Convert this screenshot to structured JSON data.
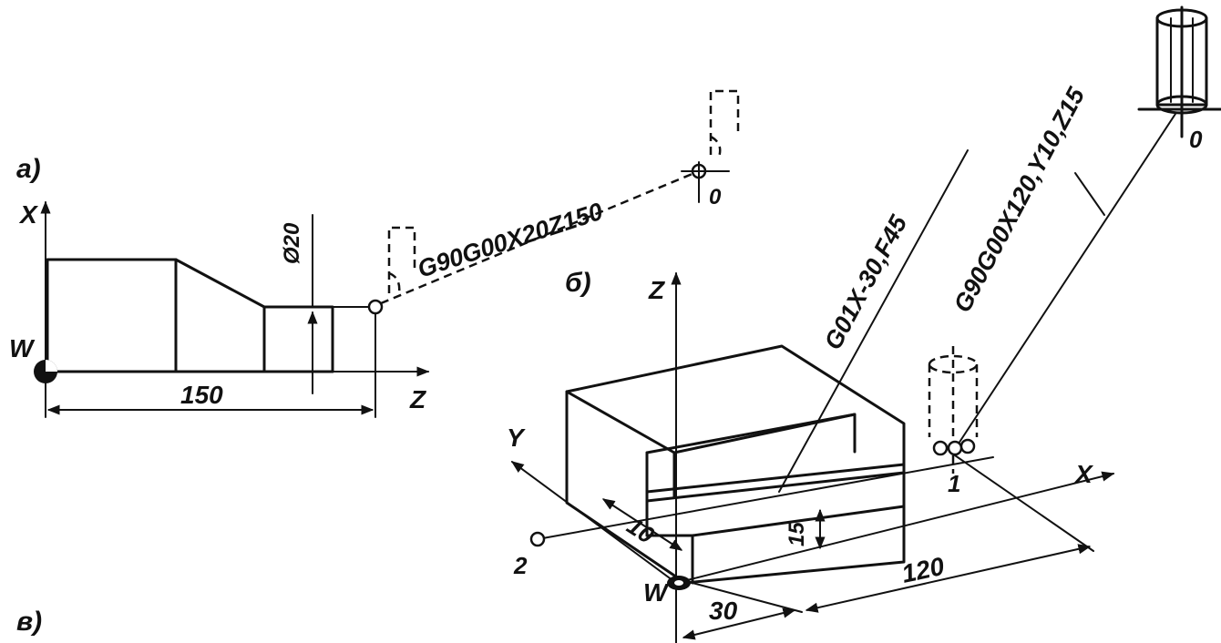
{
  "panel_a": {
    "label": "а)",
    "axis_x": "X",
    "axis_z": "Z",
    "origin": "W",
    "dim_length": "150",
    "dim_diameter": "Ø20",
    "command": "G90G00X20Z150",
    "point_0": "0"
  },
  "panel_b": {
    "label": "б)",
    "axis_z": "Z",
    "axis_y": "Y",
    "axis_x": "X",
    "origin": "W",
    "command_feed": "G01X-30,F45",
    "command_rapid": "G90G00X120,Y10,Z15",
    "point_0": "0",
    "point_1": "1",
    "point_2": "2",
    "dim_10": "10",
    "dim_15": "15",
    "dim_30": "30",
    "dim_120": "120"
  },
  "panel_c": {
    "label": "в)"
  }
}
